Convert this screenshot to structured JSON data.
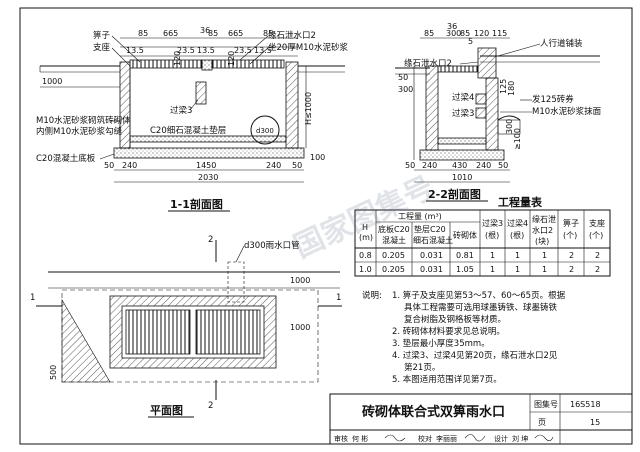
{
  "section_1_1": {
    "title": "1-1剖面图",
    "labels": {
      "grate": "箅子",
      "seat": "支座",
      "curb_inlet": "缘石泄水口2",
      "mortar20": "坐20厚M10水泥砂浆",
      "wall": "M10水泥砂浆砌筑砖砌体",
      "joint": "内侧M10水泥砂浆勾缝",
      "beam": "过梁3",
      "cushion": "C20细石混凝土垫层",
      "pipe": "d300",
      "base": "C20混凝土底板",
      "h": "H≤1000"
    },
    "dims_top": [
      "85",
      "665",
      "36",
      "85",
      "665",
      "85",
      "13.5",
      "23.5",
      "13.5",
      "23.5",
      "13.5",
      "120",
      "120"
    ],
    "dims_left": [
      "1000",
      "100"
    ],
    "dims_bottom": [
      "240",
      "1450",
      "240",
      "50",
      "50",
      "2030"
    ]
  },
  "section_2_2": {
    "title": "2-2剖面图",
    "labels": {
      "pavement": "人行道铺装",
      "curb_inlet": "缘石泄水口2",
      "beam4": "过梁4",
      "beam3": "过梁3",
      "coupon": "发125砖券",
      "plaster": "M10水泥砂浆抹面"
    },
    "dims_top": [
      "36",
      "85",
      "300",
      "85",
      "120",
      "115",
      "5"
    ],
    "dims_left": [
      "50",
      "300",
      "125",
      "180",
      "300",
      "≥100"
    ],
    "dims_bottom": [
      "50",
      "240",
      "430",
      "240",
      "50",
      "1010"
    ]
  },
  "plan": {
    "title": "平面图",
    "labels": {
      "pipe": "d300雨水口管",
      "cut1": "1",
      "cut2": "2",
      "d1000": "1000",
      "d500": "500"
    }
  },
  "quantity_table": {
    "title": "工程量表",
    "header_group": "工程量 (m³)",
    "headers": [
      "H\n(m)",
      "底板C20\n混凝土",
      "垫层C20\n细石混凝土",
      "砖砌体",
      "过梁3\n(根)",
      "过梁4\n(根)",
      "缘石泄\n水口2\n(块)",
      "箅子\n(个)",
      "支座\n(个)"
    ],
    "h_label": [
      "H",
      "(m)"
    ],
    "col_labels": [
      [
        "底板C20",
        "混凝土"
      ],
      [
        "垫层C20",
        "细石混凝土"
      ],
      [
        "砖砌体"
      ],
      [
        "过梁3",
        "(根)"
      ],
      [
        "过梁4",
        "(根)"
      ],
      [
        "缘石泄",
        "水口2",
        "(块)"
      ],
      [
        "箅子",
        "(个)"
      ],
      [
        "支座",
        "(个)"
      ]
    ],
    "rows": [
      [
        "0.8",
        "0.205",
        "0.031",
        "0.81",
        "1",
        "1",
        "1",
        "2",
        "2"
      ],
      [
        "1.0",
        "0.205",
        "0.031",
        "1.05",
        "1",
        "1",
        "1",
        "2",
        "2"
      ]
    ]
  },
  "notes": {
    "heading": "说明:",
    "items": [
      "1. 箅子及支座见第53～57、60～65页。根据",
      "具体工程需要可选用球墨铸铁、球墨铸铁",
      "复合树脂及钢格板等材质。",
      "2. 砖砌体材料要求见总说明。",
      "3. 垫层最小厚度35mm。",
      "4. 过梁3、过梁4见第20页，缘石泄水口2见",
      "第21页。",
      "5. 本图适用范围详见第7页。"
    ]
  },
  "title_block": {
    "title": "砖砌体联合式双箅雨水口",
    "atlas_label": "图集号",
    "atlas_no": "16S518",
    "page_label": "页",
    "page_no": "15",
    "review": "审核",
    "review_name": "何 彬",
    "check": "校对",
    "check_name": "李丽丽",
    "design": "设计",
    "design_name": "刘 坤"
  },
  "watermark": "国家图集号"
}
